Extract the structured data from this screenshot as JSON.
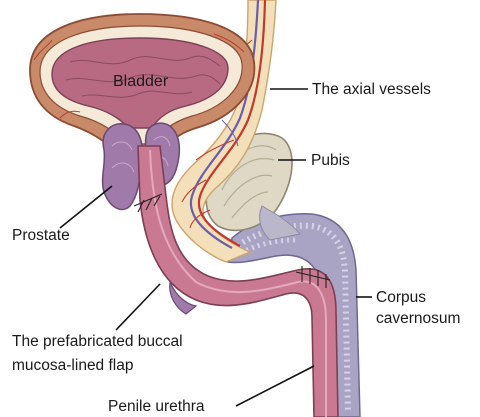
{
  "labels": {
    "bladder": "Bladder",
    "axial_vessels": "The axial vessels",
    "pubis": "Pubis",
    "prostate": "Prostate",
    "corpus_line1": "Corpus",
    "corpus_line2": "cavernosum",
    "flap_line1": "The prefabricated buccal",
    "flap_line2": "mucosa-lined flap",
    "penile_urethra": "Penile urethra"
  },
  "colors": {
    "mucosa_pink": "#c97a92",
    "mucosa_dark": "#a65571",
    "bladder_wall": "#c98a6a",
    "bladder_lumen": "#b86a83",
    "flap_tissue": "#f3dfb9",
    "vessel_red": "#c0392b",
    "vessel_blue": "#6b5fa8",
    "pubis_fill": "#ded8c4",
    "corpus_fill": "#a9a4c4",
    "corpus_stripe": "#d6d2e6"
  }
}
